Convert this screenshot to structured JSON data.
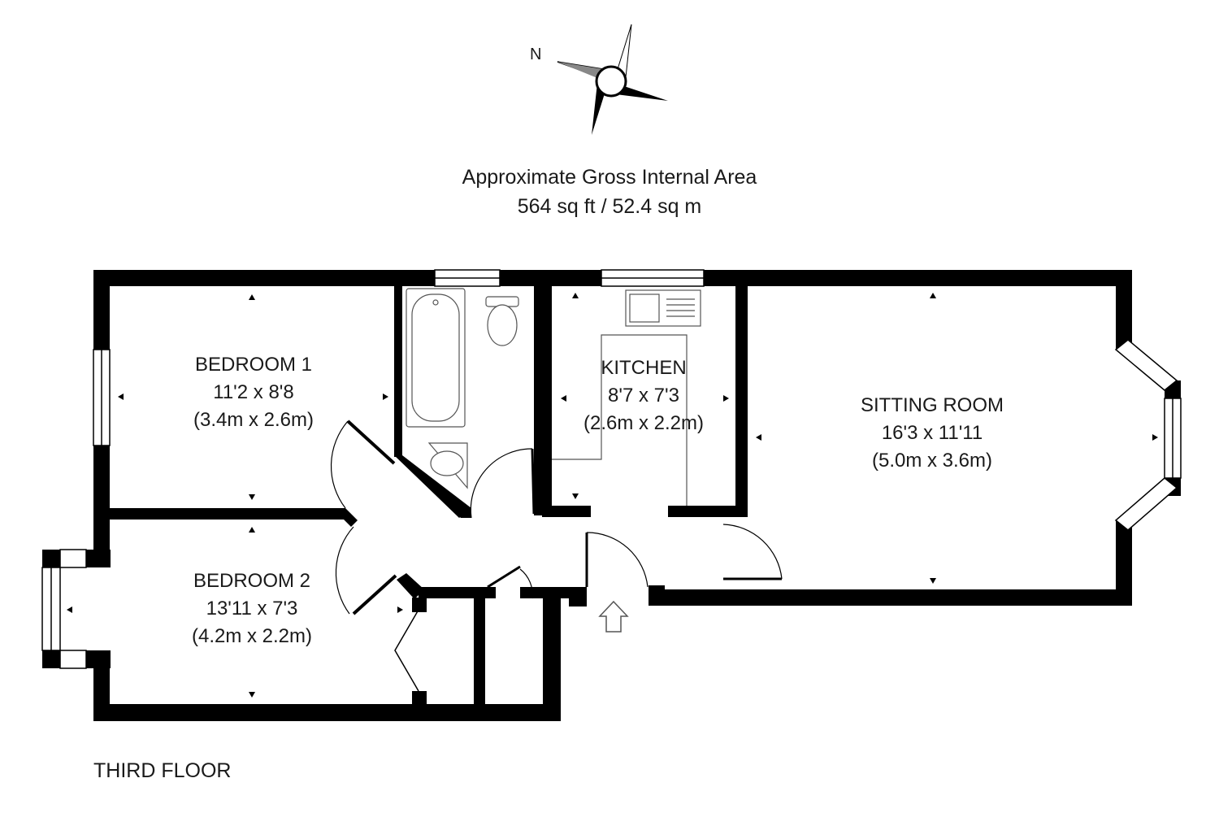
{
  "compass": {
    "north_label": "N",
    "icon": "compass-rose-icon"
  },
  "area": {
    "heading": "Approximate Gross Internal Area",
    "value": "564 sq ft / 52.4 sq m"
  },
  "rooms": {
    "bedroom1": {
      "name": "BEDROOM 1",
      "imperial": "11'2 x 8'8",
      "metric": "(3.4m x 2.6m)"
    },
    "kitchen": {
      "name": "KITCHEN",
      "imperial": "8'7 x 7'3",
      "metric": "(2.6m x 2.2m)"
    },
    "sitting": {
      "name": "SITTING ROOM",
      "imperial": "16'3 x 11'11",
      "metric": "(5.0m x 3.6m)"
    },
    "bedroom2": {
      "name": "BEDROOM 2",
      "imperial": "13'11 x 7'3",
      "metric": "(4.2m x 2.2m)"
    }
  },
  "floor": {
    "label": "THIRD FLOOR"
  },
  "colors": {
    "wall": "#000000",
    "fixture": "#555555",
    "background": "#ffffff"
  }
}
